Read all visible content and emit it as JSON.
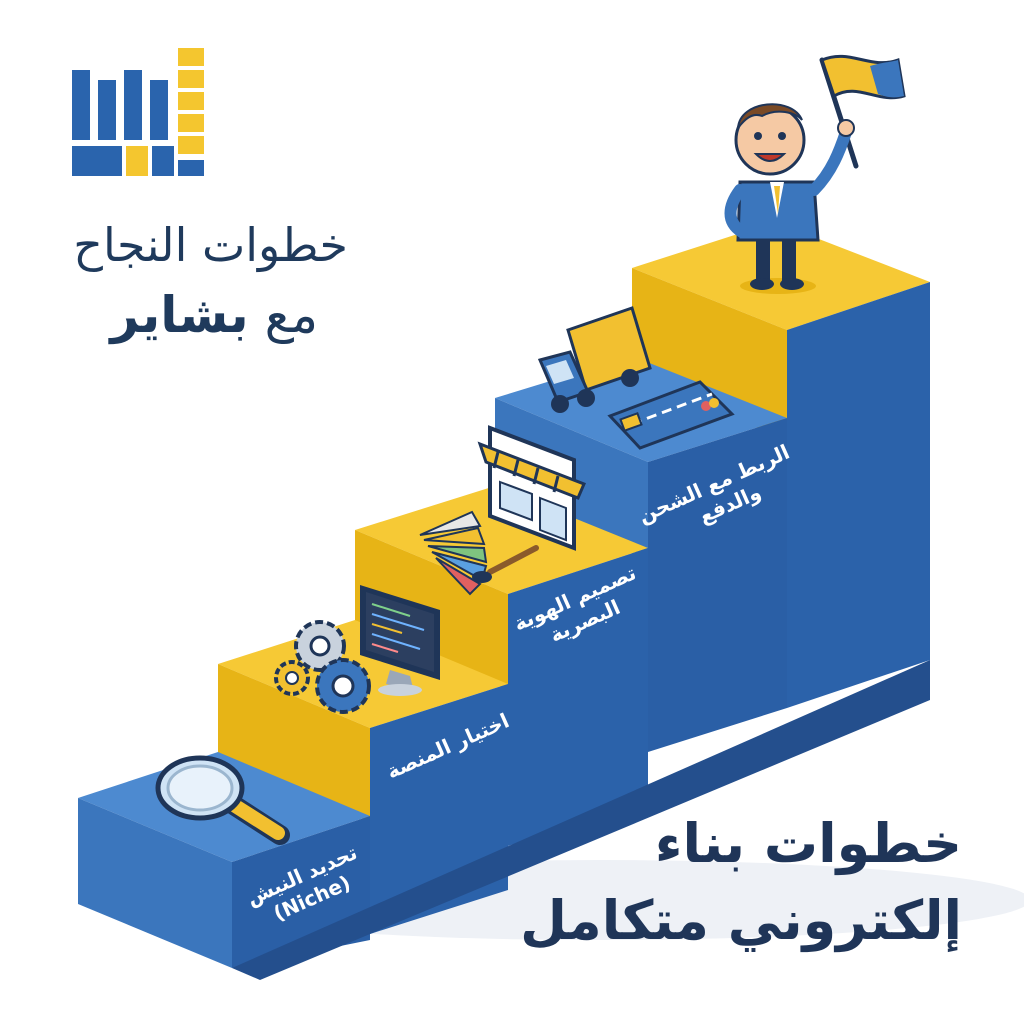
{
  "tagline": {
    "line1": "خطوات النجاح",
    "line2_prefix": "مع",
    "line2_brand": "بشاير"
  },
  "title": {
    "line1": "خطوات بناء",
    "line2": "إلكتروني متكامل"
  },
  "steps": [
    {
      "line1": "تحديد النيش",
      "line2": "(Niche)"
    },
    {
      "line1": "اختيار المنصة",
      "line2": ""
    },
    {
      "line1": "تصميم الهوية",
      "line2": "البصرية"
    },
    {
      "line1": "الربط مع الشحن",
      "line2": "والدفع"
    }
  ],
  "colors": {
    "stair_blue": "#2a64ad",
    "stair_blue_top": "#4c88cc",
    "stair_yellow": "#f4c62f",
    "text_dark": "#1f3a5c"
  },
  "icons": [
    "logo-mark",
    "magnifier-icon",
    "gears-icon",
    "monitor-code-icon",
    "color-swatch-icon",
    "paintbrush-icon",
    "storefront-icon",
    "delivery-truck-icon",
    "credit-card-icon",
    "businessman-with-flag"
  ]
}
